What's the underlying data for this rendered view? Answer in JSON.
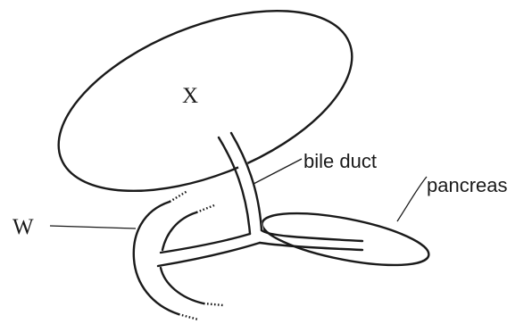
{
  "labels": {
    "organ_x": "X",
    "structure_w": "W",
    "bile_duct": "bile duct",
    "pancreas": "pancreas"
  },
  "colors": {
    "ink": "#1a1a1a",
    "background": "#ffffff"
  }
}
